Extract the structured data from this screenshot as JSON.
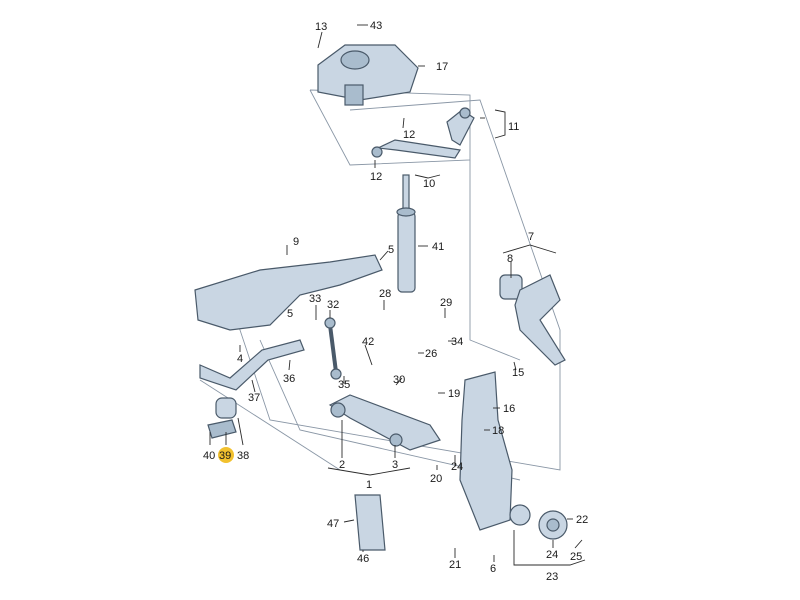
{
  "diagram": {
    "part_numbers": [
      "13",
      "43",
      "17",
      "12",
      "11",
      "12",
      "10",
      "9",
      "5",
      "41",
      "7",
      "8",
      "33",
      "32",
      "28",
      "29",
      "34",
      "26",
      "5",
      "42",
      "30",
      "19",
      "15",
      "36",
      "35",
      "37",
      "16",
      "18",
      "2",
      "3",
      "1",
      "40",
      "39",
      "38",
      "24",
      "20",
      "47",
      "46",
      "22",
      "24",
      "25",
      "23",
      "21",
      "6",
      "4"
    ],
    "highlighted_part": "39",
    "highlight_color": "#f2c12e"
  }
}
